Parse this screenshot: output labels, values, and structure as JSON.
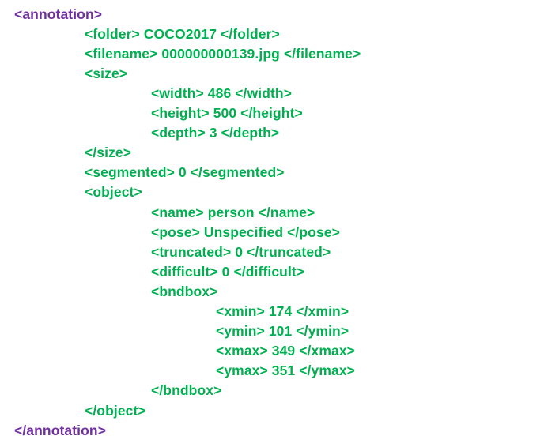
{
  "colors": {
    "root_tag": "#7030a0",
    "child_tag": "#00b050",
    "background": "#ffffff"
  },
  "lines": {
    "annotation_open": "<annotation>",
    "folder": "<folder> COCO2017 </folder>",
    "filename": "<filename> 000000000139.jpg </filename>",
    "size_open": "<size>",
    "width": "<width> 486 </width>",
    "height": "<height> 500 </height>",
    "depth": "<depth> 3 </depth>",
    "size_close": "</size>",
    "segmented": "<segmented> 0 </segmented>",
    "object_open": "<object>",
    "name": "<name> person </name>",
    "pose": "<pose> Unspecified </pose>",
    "truncated": "<truncated> 0 </truncated>",
    "difficult": "<difficult> 0 </difficult>",
    "bndbox_open": "<bndbox>",
    "xmin": "<xmin> 174 </xmin>",
    "ymin": "<ymin> 101 </ymin>",
    "xmax": "<xmax> 349 </xmax>",
    "ymax": "<ymax> 351 </ymax>",
    "bndbox_close": "</bndbox>",
    "object_close": "</object>",
    "annotation_close": "</annotation>"
  }
}
